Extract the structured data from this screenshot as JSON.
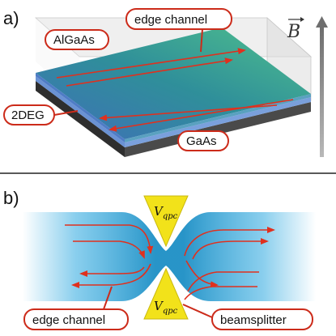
{
  "panel_a": {
    "panel_label": "a)",
    "labels": {
      "edge_channel": "edge channel",
      "algaas": "AlGaAs",
      "twodeg": "2DEG",
      "gaas": "GaAs"
    },
    "field_symbol": "B"
  },
  "panel_b": {
    "panel_label": "b)",
    "gate_symbol": "V",
    "gate_subscript": "qpc",
    "labels": {
      "edge_channel": "edge channel",
      "beamsplitter": "beamsplitter"
    }
  },
  "colors": {
    "arrow_red": "#e0301e",
    "label_border": "#cc2b1a",
    "gate_yellow": "#f2e21a",
    "gaas_dark": "#3b3b3b",
    "twodeg_blue": "#5c86c9",
    "algaas_green": "#49b78a",
    "channel_cyan": "#2aa7df",
    "b_field_arrow": "#8a8a8a"
  }
}
